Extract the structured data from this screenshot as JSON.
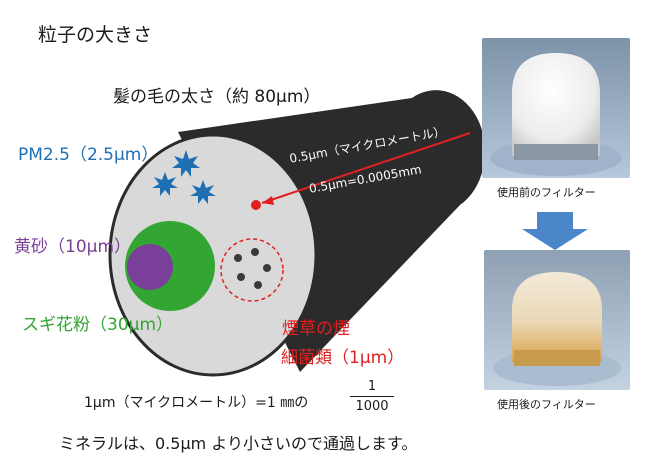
{
  "page_title": "粒子の大きさ",
  "hair_label": "髪の毛の太さ（約 80μm）",
  "particles": {
    "pm25": "PM2.5（2.5μm）",
    "yellow_sand": "黄砂（10μm）",
    "cedar_pollen": "スギ花粉（30μm）",
    "tobacco_smoke": "煙草の煙",
    "bacteria": "細菌類（1μm）"
  },
  "pore_callout": {
    "line1": "0.5μm（マイクロメートル）",
    "line2": "0.5μm=0.0005mm"
  },
  "conversion": {
    "left": "1μm（マイクロメートル）=1 ㎜の",
    "numerator": "1",
    "denominator": "1000"
  },
  "conclusion": "ミネラルは、0.5μm より小さいので通過します。",
  "photos": {
    "before_caption": "使用前のフィルター",
    "after_caption": "使用後のフィルター"
  },
  "colors": {
    "pm25": "#1f6fb5",
    "yellow_sand": "#7a3f98",
    "cedar_pollen": "#33a532",
    "smoke_bacteria": "#e02020",
    "arrow": "#4a86c8",
    "hair": "#2b2b2b"
  }
}
